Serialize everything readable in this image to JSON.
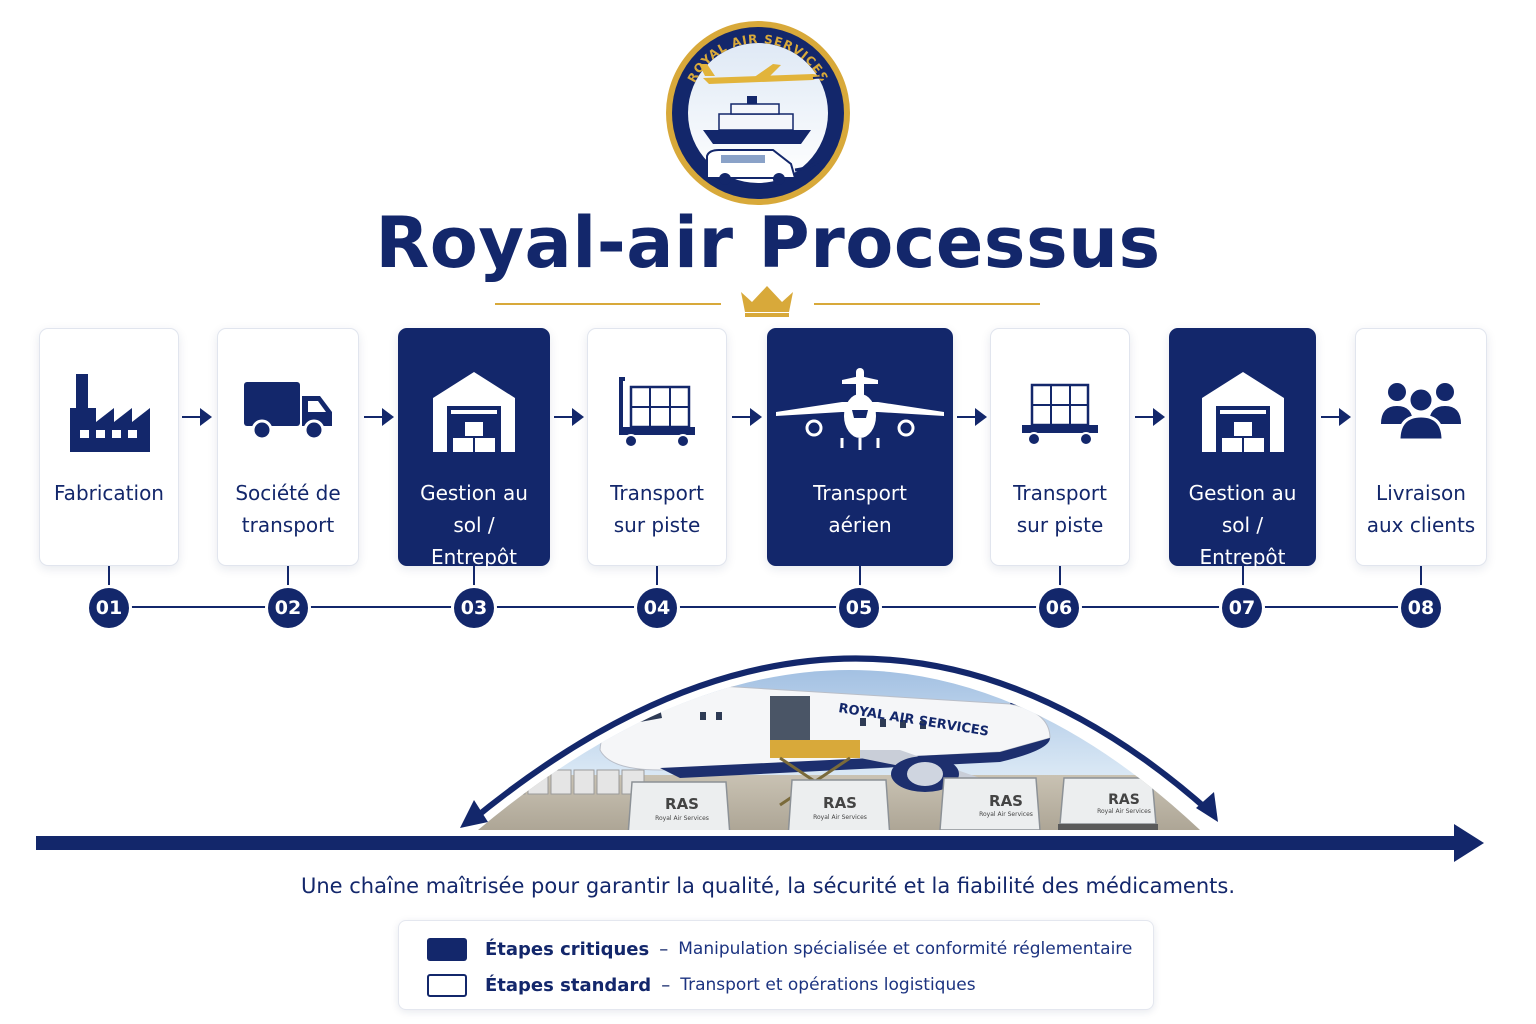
{
  "logo": {
    "ring_text": "ROYAL AIR SERVICES"
  },
  "title": "Royal-air Processus",
  "steps": [
    {
      "num": "01",
      "lines": [
        "Fabrication"
      ],
      "critical": false,
      "icon": "factory-icon"
    },
    {
      "num": "02",
      "lines": [
        "Société de",
        "transport"
      ],
      "critical": false,
      "icon": "truck-icon"
    },
    {
      "num": "03",
      "lines": [
        "Gestion au sol /",
        "Entrepôt"
      ],
      "critical": true,
      "icon": "warehouse-icon"
    },
    {
      "num": "04",
      "lines": [
        "Transport",
        "sur piste"
      ],
      "critical": false,
      "icon": "cargo-dolly-icon"
    },
    {
      "num": "05",
      "lines": [
        "Transport",
        "aérien"
      ],
      "critical": true,
      "icon": "airplane-icon"
    },
    {
      "num": "06",
      "lines": [
        "Transport",
        "sur piste"
      ],
      "critical": false,
      "icon": "cargo-dolly-icon"
    },
    {
      "num": "07",
      "lines": [
        "Gestion au sol /",
        "Entrepôt"
      ],
      "critical": true,
      "icon": "warehouse-icon"
    },
    {
      "num": "08",
      "lines": [
        "Livraison",
        "aux clients"
      ],
      "critical": false,
      "icon": "people-icon"
    }
  ],
  "scene": {
    "fuselage_text": "ROYAL AIR SERVICES",
    "container_label": "RAS",
    "container_sub": "Royal Air Services"
  },
  "tagline": "Une chaîne maîtrisée pour garantir la qualité, la sécurité et la fiabilité des médicaments.",
  "legend": {
    "critical": {
      "key": "Étapes critiques",
      "dash": "–",
      "desc": "Manipulation spécialisée et conformité réglementaire"
    },
    "standard": {
      "key": "Étapes standard",
      "dash": "–",
      "desc": "Transport et opérations logistiques"
    }
  },
  "colors": {
    "navy": "#13276b",
    "gold": "#d8a93a",
    "white": "#ffffff"
  }
}
